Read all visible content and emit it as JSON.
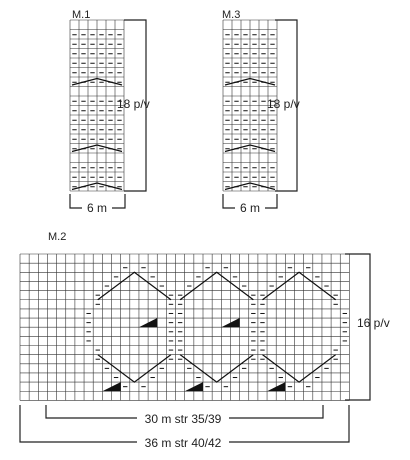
{
  "diagrams": [
    {
      "id": "m1",
      "title": "M.1",
      "cols": 6,
      "rows": 18,
      "width_label": "6 m",
      "height_label": "18 p/v",
      "dash_rows_from_top": [
        1,
        2,
        3,
        4,
        5,
        6,
        8,
        9,
        10,
        11,
        12,
        13,
        15,
        16,
        17
      ]
    },
    {
      "id": "m3",
      "title": "M.3",
      "cols": 6,
      "rows": 18,
      "width_label": "6 m",
      "height_label": "18 p/v",
      "dash_rows_from_top": [
        1,
        2,
        3,
        4,
        5,
        6,
        8,
        9,
        10,
        11,
        12,
        13,
        15,
        16,
        17
      ]
    },
    {
      "id": "m2",
      "title": "M.2",
      "cols": 36,
      "rows": 16,
      "height_label": "16 p/v",
      "width_labels": [
        "30 m str 35/39",
        "36 m str 40/42"
      ]
    }
  ],
  "symbols": {
    "purl": "–",
    "dash_symbol": "-"
  }
}
